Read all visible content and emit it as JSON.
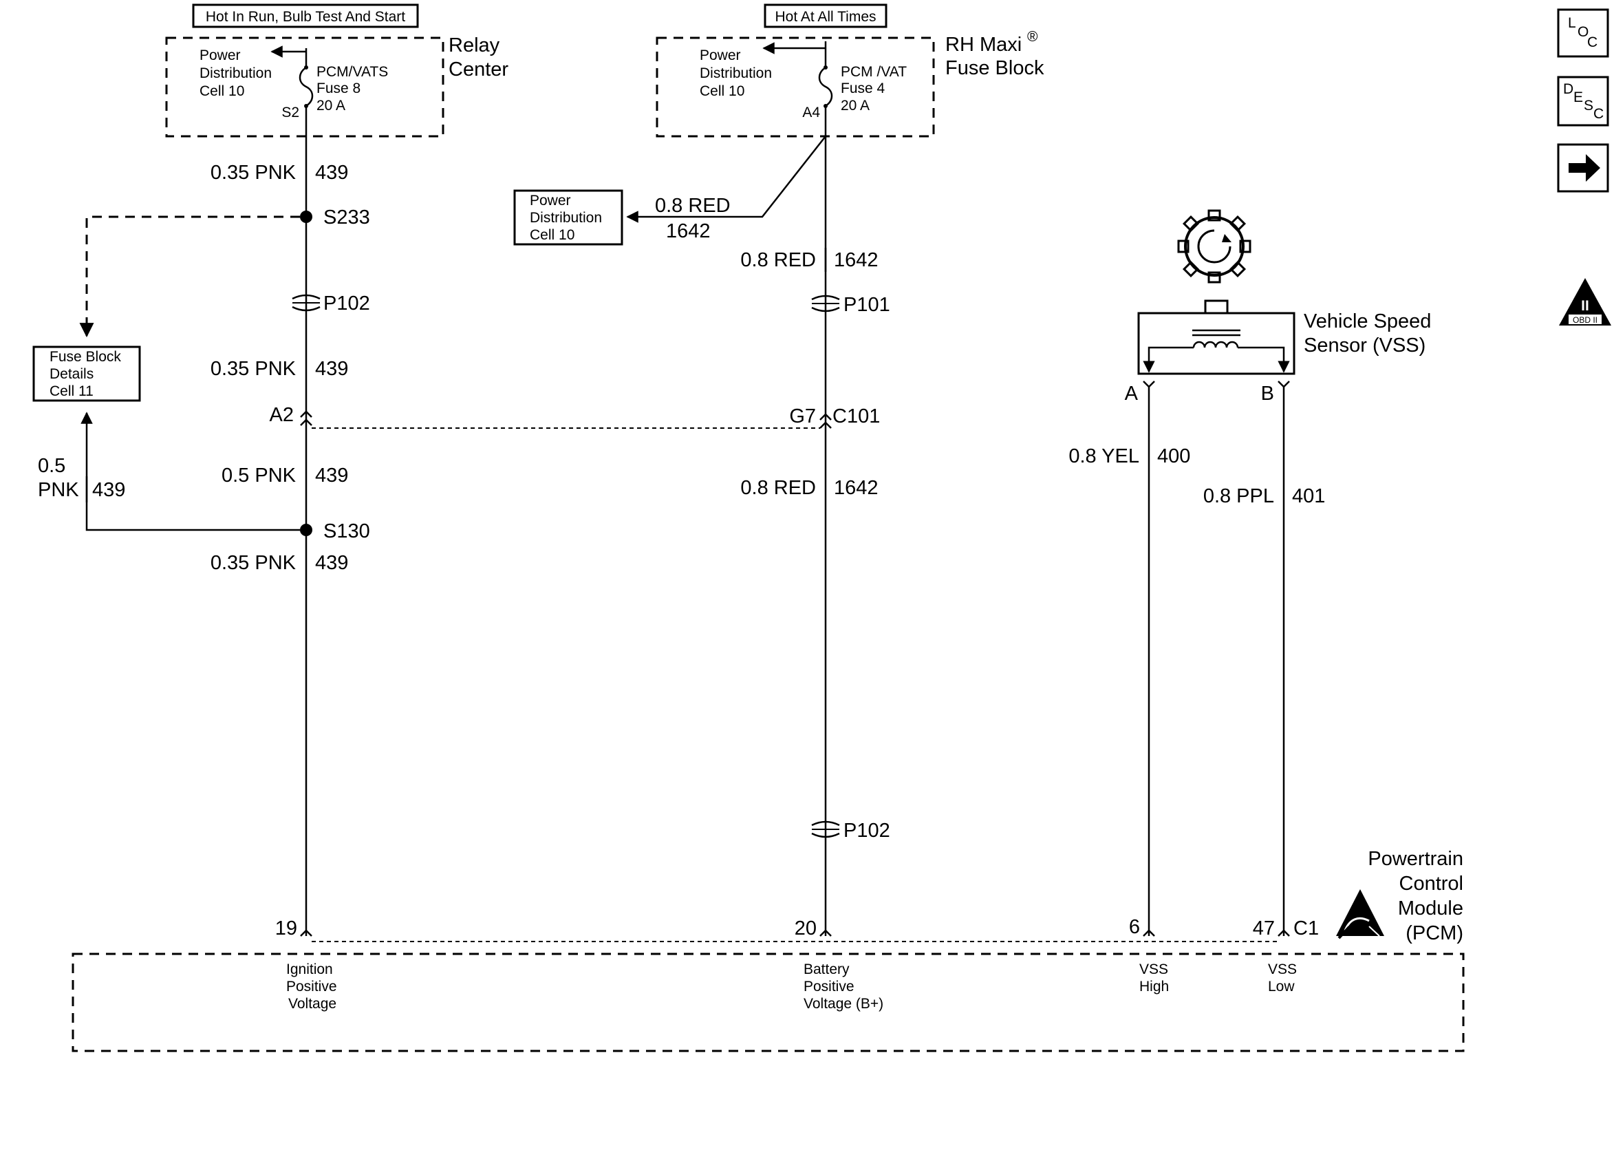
{
  "power_sources": {
    "relay": {
      "header": "Hot In Run, Bulb Test And Start",
      "pd_line1": "Power",
      "pd_line2": "Distribution",
      "pd_line3": "Cell 10",
      "fuse_line1": "PCM/VATS",
      "fuse_line2": "Fuse 8",
      "fuse_line3": "20 A",
      "terminal": "S2",
      "box_line1": "Relay",
      "box_line2": "Center"
    },
    "maxi": {
      "header": "Hot At All Times",
      "pd_line1": "Power",
      "pd_line2": "Distribution",
      "pd_line3": "Cell 10",
      "fuse_line1": "PCM /VAT",
      "fuse_line2": "Fuse 4",
      "fuse_line3": "20 A",
      "terminal": "A4",
      "box_line1": "RH Maxi",
      "box_reg": "®",
      "box_line2": "Fuse Block"
    }
  },
  "ref_boxes": {
    "pd_cell10": {
      "line1": "Power",
      "line2": "Distribution",
      "line3": "Cell 10"
    },
    "fuse_block": {
      "line1": "Fuse Block",
      "line2": "Details",
      "line3": "Cell 11"
    }
  },
  "circuit_439": {
    "w1_size": "0.35 PNK",
    "w1_num": "439",
    "splice_top": "S233",
    "conn_p102": "P102",
    "w2_size": "0.35 PNK",
    "w2_num": "439",
    "pin_a2": "A2",
    "w3_size": "0.5 PNK",
    "w3_num": "439",
    "splice_bottom": "S130",
    "w4_size": "0.35 PNK",
    "w4_num": "439",
    "branch_size_1": "0.5",
    "branch_size_2": "PNK",
    "branch_num": "439"
  },
  "circuit_1642": {
    "branch_size": "0.8 RED",
    "branch_num": "1642",
    "w1_size": "0.8 RED",
    "w1_num": "1642",
    "conn_p101": "P101",
    "pin_g7": "G7",
    "conn_c101": "C101",
    "w2_size": "0.8 RED",
    "w2_num": "1642",
    "conn_p102": "P102"
  },
  "vss": {
    "label1": "Vehicle Speed",
    "label2": "Sensor (VSS)",
    "pin_a": "A",
    "pin_b": "B",
    "wa_size": "0.8 YEL",
    "wa_num": "400",
    "wb_size": "0.8 PPL",
    "wb_num": "401"
  },
  "pcm": {
    "title1": "Powertrain",
    "title2": "Control",
    "title3": "Module",
    "title4": "(PCM)",
    "connector": "C1",
    "pins": [
      {
        "num": "19",
        "l1": "Ignition",
        "l2": "Positive",
        "l3": "Voltage"
      },
      {
        "num": "20",
        "l1": "Battery",
        "l2": "Positive",
        "l3": "Voltage (B+)"
      },
      {
        "num": "6",
        "l1": "VSS",
        "l2": "High",
        "l3": ""
      },
      {
        "num": "47",
        "l1": "VSS",
        "l2": "Low",
        "l3": ""
      }
    ]
  },
  "side_icons": {
    "loc": {
      "c1": "L",
      "c2": "O",
      "c3": "C"
    },
    "desc": {
      "c1": "D",
      "c2": "E",
      "c3": "S",
      "c4": "C"
    },
    "arrow": "next-page-arrow-icon",
    "obd": {
      "numeral": "II",
      "text": "OBD II"
    }
  },
  "colors": {
    "ink": "#000000",
    "background": "#ffffff"
  }
}
